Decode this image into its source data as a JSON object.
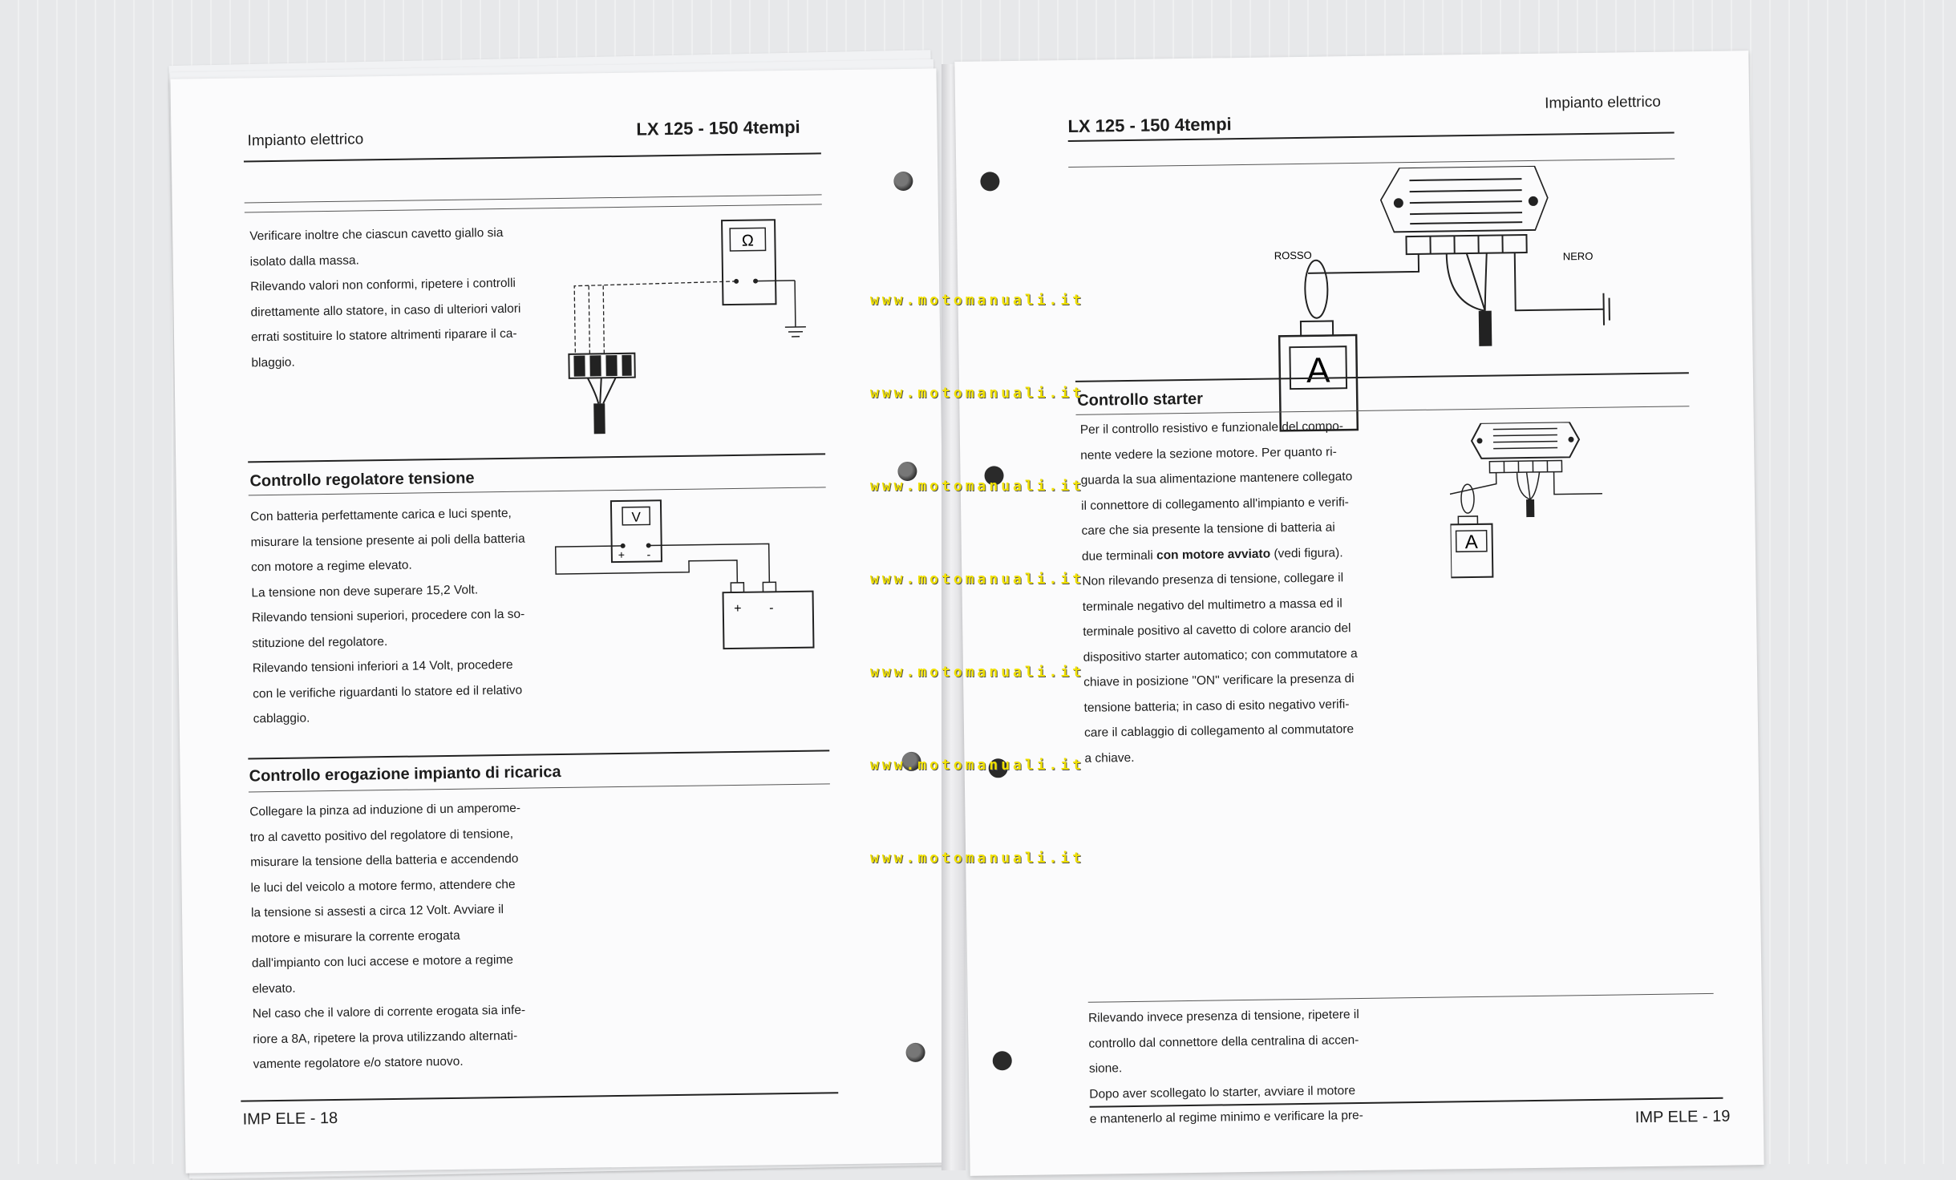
{
  "left_page": {
    "header_left": "Impianto elettrico",
    "header_right": "LX 125 - 150 4tempi",
    "intro": [
      "Verificare inoltre che ciascun cavetto giallo sia",
      "isolato dalla massa.",
      "Rilevando valori non conformi, ripetere i controlli",
      "direttamente allo statore, in caso di ulteriori valori",
      "errati sostituire lo statore altrimenti riparare il ca-",
      "blaggio."
    ],
    "section1_title": "Controllo regolatore tensione",
    "section1_lines": [
      "Con batteria perfettamente carica e luci spente,",
      "misurare la tensione presente ai poli della batteria",
      "con motore a regime elevato.",
      "La tensione non deve superare 15,2 Volt.",
      "Rilevando tensioni superiori, procedere con la so-",
      "stituzione del regolatore.",
      "Rilevando tensioni inferiori a 14 Volt, procedere",
      "con le verifiche riguardanti lo statore ed il relativo",
      "cablaggio."
    ],
    "section2_title": "Controllo erogazione impianto di ricarica",
    "section2_lines": [
      "Collegare la pinza ad induzione di un amperome-",
      "tro al cavetto positivo del regolatore di tensione,",
      "misurare la tensione della batteria e accendendo",
      "le luci del veicolo a motore fermo, attendere che",
      "la tensione si assesti a circa 12 Volt. Avviare il",
      "motore e misurare la corrente erogata",
      "dall'impianto con luci accese e motore a regime",
      "elevato.",
      "Nel caso che il valore di corrente erogata sia infe-",
      "riore a 8A, ripetere la prova utilizzando alternati-",
      "vamente regolatore e/o statore nuovo."
    ],
    "footer": "IMP ELE - 18",
    "ohm_symbol": "Ω",
    "volt_symbol": "V",
    "plus": "+",
    "minus": "-"
  },
  "right_page": {
    "header_left": "LX 125 - 150 4tempi",
    "header_right": "Impianto elettrico",
    "label_rosso": "ROSSO",
    "label_nero": "NERO",
    "ammeter_symbol": "A",
    "section_title": "Controllo starter",
    "section_lines_1": [
      "Per il controllo resistivo e funzionale del compo-",
      "nente vedere la sezione motore. Per quanto ri-",
      "guarda la sua alimentazione mantenere collegato",
      "il connettore di collegamento all'impianto e verifi-",
      "care che sia presente la tensione di batteria ai"
    ],
    "line_bold_prefix": "due terminali ",
    "line_bold": "con motore avviato",
    "line_bold_suffix": " (vedi figura).",
    "section_lines_2": [
      "Non rilevando presenza di tensione, collegare il",
      "terminale negativo del multimetro a massa ed il",
      "terminale positivo al cavetto di colore arancio del",
      "dispositivo starter automatico; con commutatore a",
      "chiave in posizione \"ON\" verificare la presenza di",
      "tensione batteria; in caso di esito negativo verifi-",
      "care il cablaggio di collegamento al commutatore",
      "a chiave."
    ],
    "section_lines_3": [
      "Rilevando invece presenza di tensione, ripetere il",
      "controllo dal connettore della centralina di accen-",
      "sione.",
      "Dopo aver scollegato lo starter, avviare il motore",
      "e mantenerlo al regime minimo e verificare la pre-"
    ],
    "footer": "IMP ELE - 19"
  },
  "watermark": "www.motomanuali.it",
  "colors": {
    "watermark": "#f0e000",
    "paper": "#fbfbfc",
    "ink": "#1d1d1d"
  }
}
